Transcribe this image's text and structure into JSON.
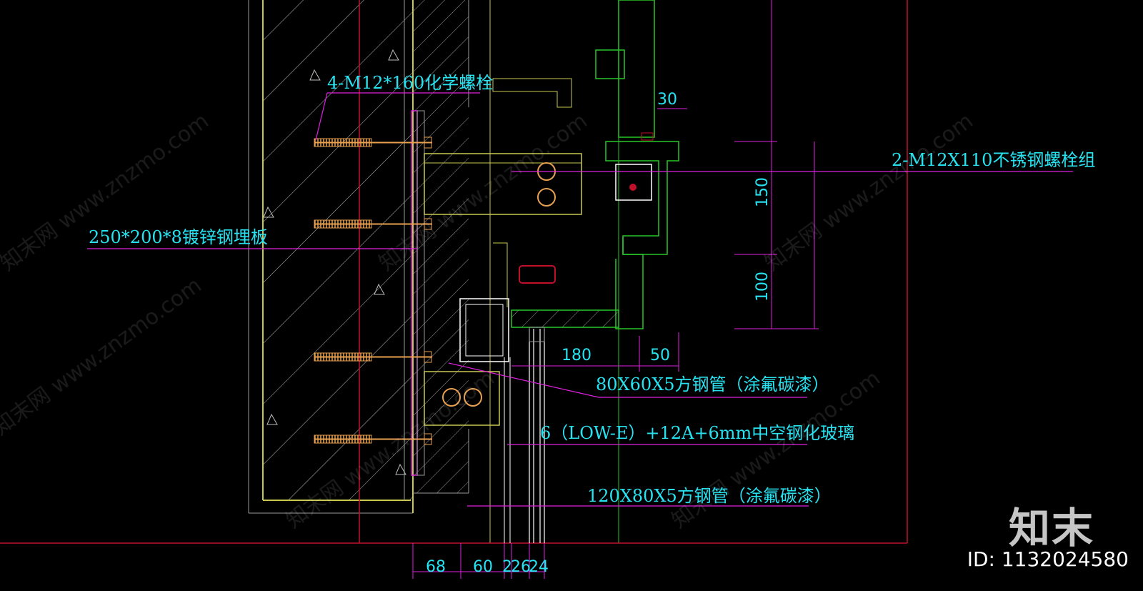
{
  "labels": {
    "bolt_chem": "4-M12*160化学螺栓",
    "stainless_bolt": "2-M12X110不锈钢螺栓组",
    "embed_plate": "250*200*8镀锌钢埋板",
    "tube_80": "80X60X5方钢管（涂氟碳漆）",
    "glass": "6（LOW-E）+12A+6mm中空钢化玻璃",
    "tube_120": "120X80X5方钢管（涂氟碳漆）"
  },
  "dimensions": {
    "d30": "30",
    "d150": "150",
    "d100": "100",
    "d180": "180",
    "d50": "50",
    "b68": "68",
    "b60": "60",
    "b2": "2",
    "b26": "26",
    "b24": "24"
  },
  "watermark": {
    "text": "知末网 www.znzmo.com",
    "logo": "知末",
    "id": "ID: 1132024580"
  },
  "colors": {
    "background": "#000000",
    "label_cyan": "#27e3f2",
    "leader_magenta": "#e020e0",
    "wall_yellow": "#c8c850",
    "frame_red": "#c0102a",
    "steel_green": "#28c828",
    "bolt_orange": "#e8a050"
  }
}
